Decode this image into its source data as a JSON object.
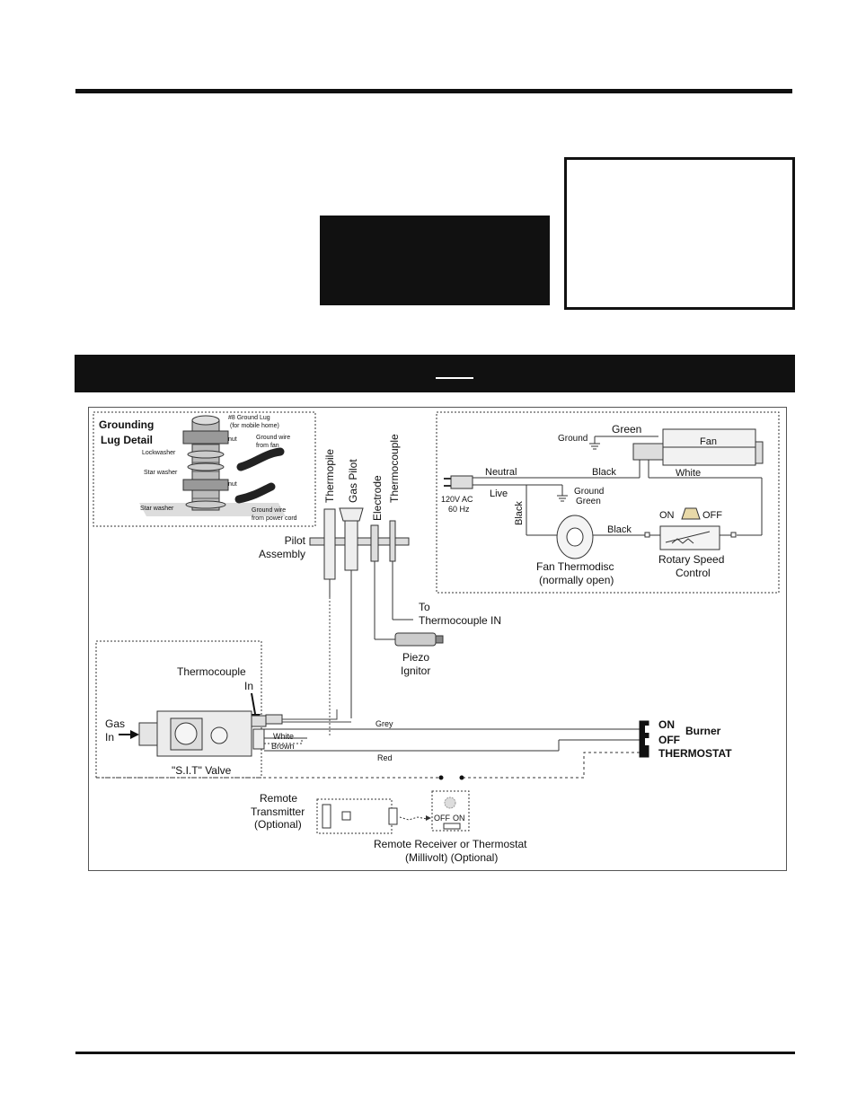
{
  "grounding": {
    "title_line1": "Grounding",
    "title_line2": "Lug Detail",
    "lug_line1": "#8 Ground Lug",
    "lug_line2": "(for mobile home)",
    "nut_top": "nut",
    "nut_mid": "nut",
    "lockwasher": "Lockwasher",
    "star_washer_1": "Star washer",
    "star_washer_2": "Star washer",
    "wire_fan_1": "Ground wire",
    "wire_fan_2": "from fan",
    "wire_cord_1": "Ground wire",
    "wire_cord_2": "from power cord"
  },
  "pilot": {
    "thermopile": "Thermopile",
    "gas_pilot": "Gas Pilot",
    "electrode": "Electrode",
    "thermocouple": "Thermocouple",
    "assembly_1": "Pilot",
    "assembly_2": "Assembly",
    "to_tc_1": "To",
    "to_tc_2": "Thermocouple IN",
    "piezo_1": "Piezo",
    "piezo_2": "Ignitor"
  },
  "fan": {
    "green_top": "Green",
    "ground_top": "Ground",
    "fan_label": "Fan",
    "neutral": "Neutral",
    "black_top": "Black",
    "white": "White",
    "power_1": "120V AC",
    "power_2": "60 Hz",
    "live": "Live",
    "black_vertical": "Black",
    "ground_mid": "Ground",
    "green_mid": "Green",
    "on": "ON",
    "off": "OFF",
    "black_mid": "Black",
    "thermodisc_1": "Fan Thermodisc",
    "thermodisc_2": "(normally open)",
    "speed_1": "Rotary Speed",
    "speed_2": "Control"
  },
  "valve": {
    "tc_in_1": "Thermocouple",
    "tc_in_2": "In",
    "gas_1": "Gas",
    "gas_2": "In",
    "name": "\"S.I.T\" Valve",
    "grey": "Grey",
    "white": "White",
    "brown": "Brown",
    "red": "Red"
  },
  "switch": {
    "on": "ON",
    "off": "OFF",
    "burner": "Burner",
    "thermostat": "THERMOSTAT"
  },
  "remote": {
    "tx_1": "Remote",
    "tx_2": "Transmitter",
    "tx_3": "(Optional)",
    "rx_off": "OFF",
    "rx_on": "ON",
    "rx_1": "Remote Receiver or Thermostat",
    "rx_2": "(Millivolt) (Optional)"
  }
}
